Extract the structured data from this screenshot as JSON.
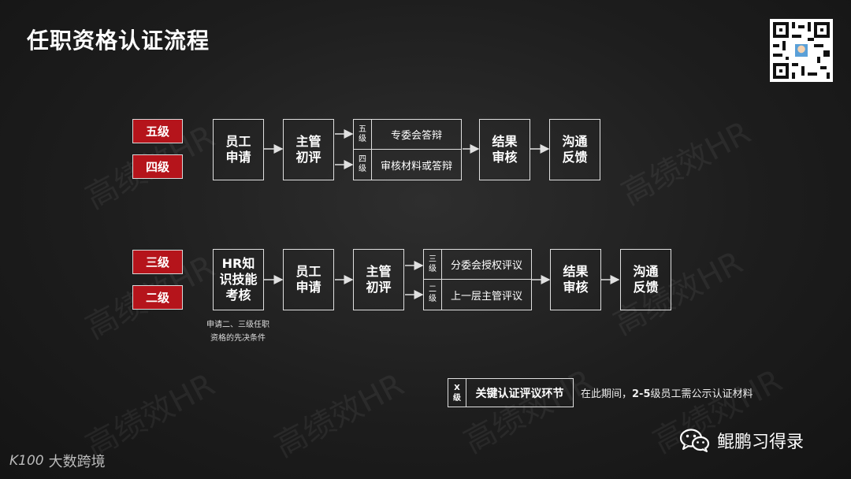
{
  "title": "任职资格认证流程",
  "watermark": "高绩效HR",
  "flow_top": {
    "badges": [
      "五级",
      "四级"
    ],
    "box1": "员工\n申请",
    "box2": "主管\n初评",
    "split": [
      {
        "level": "五\n级",
        "text": "专委会答辩"
      },
      {
        "level": "四\n级",
        "text": "审核材料或答辩"
      }
    ],
    "box3": "结果\n审核",
    "box4": "沟通\n反馈"
  },
  "flow_bottom": {
    "badges": [
      "三级",
      "二级"
    ],
    "box0": "HR知\n识技能\n考核",
    "box1": "员工\n申请",
    "box2": "主管\n初评",
    "split": [
      {
        "level": "三\n级",
        "text": "分委会授权评议"
      },
      {
        "level": "二\n级",
        "text": "上一层主管评议"
      }
    ],
    "box3": "结果\n审核",
    "box4": "沟通\n反馈",
    "note": "申请二、三级任职\n资格的先决条件"
  },
  "legend": {
    "level": "X\n级",
    "label": "关键认证评议环节",
    "text_prefix": "在此期间，",
    "text_bold": "2-5",
    "text_suffix": "级员工需公示认证材料"
  },
  "footer": {
    "logo_mark": "K100",
    "logo_text": "大数跨境",
    "wechat_name": "鲲鹏习得录"
  },
  "colors": {
    "badge": "#b5141b",
    "line": "#e0e0e0"
  }
}
